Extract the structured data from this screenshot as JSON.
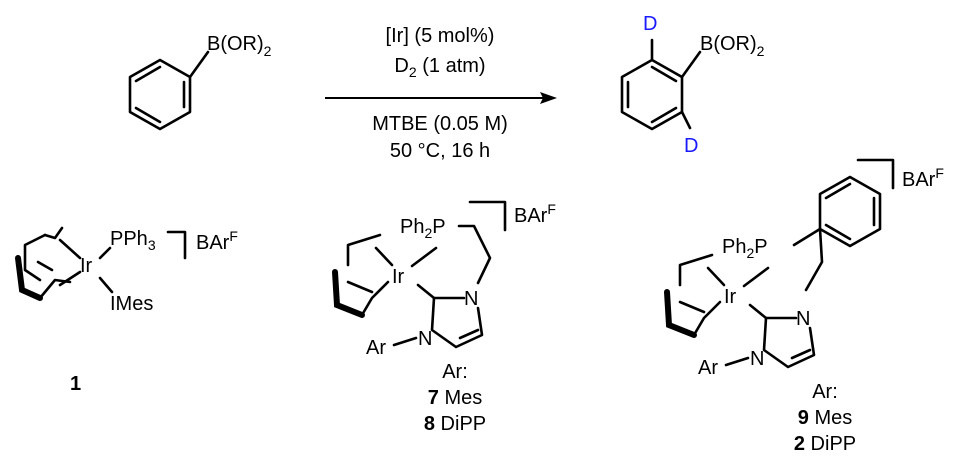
{
  "reaction": {
    "reactant_substituent": "B(OR)",
    "reactant_substituent_sub": "2",
    "conditions_above": [
      "[Ir] (5 mol%)",
      "D"
    ],
    "d2_sub": "2",
    "d2_rest": " (1 atm)",
    "conditions_below": [
      "MTBE (0.05 M)",
      "50 °C, 16 h"
    ],
    "product_substituent": "B(OR)",
    "product_substituent_sub": "2",
    "deuterium_label": "D",
    "deuterium_color": "#1a1aff"
  },
  "complexes": [
    {
      "metal": "Ir",
      "ligand_p": "PPh",
      "ligand_p_sub": "3",
      "ligand_c": "IMes",
      "counterion": "BAr",
      "counterion_sup": "F",
      "number": "1"
    },
    {
      "metal": "Ir",
      "ligand_p": "Ph",
      "ligand_p_sub": "2",
      "ligand_p_end": "P",
      "n": "N",
      "ar": "Ar",
      "counterion": "BAr",
      "counterion_sup": "F",
      "ar_label": "Ar:",
      "variants": [
        {
          "number": "7",
          "name": " Mes"
        },
        {
          "number": "8",
          "name": " DiPP"
        }
      ]
    },
    {
      "metal": "Ir",
      "ligand_p": "Ph",
      "ligand_p_sub": "2",
      "ligand_p_end": "P",
      "n": "N",
      "ar": "Ar",
      "counterion": "BAr",
      "counterion_sup": "F",
      "ar_label": "Ar:",
      "variants": [
        {
          "number": "9",
          "name": " Mes"
        },
        {
          "number": "2",
          "name": " DiPP"
        }
      ]
    }
  ]
}
